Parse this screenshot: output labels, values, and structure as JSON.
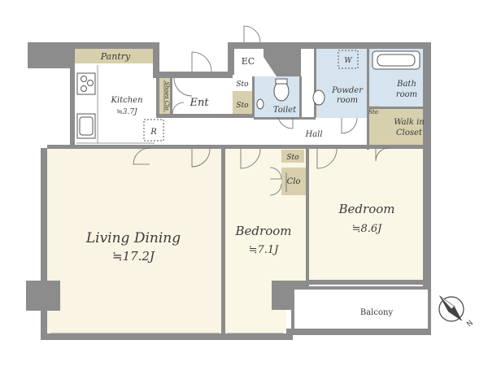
{
  "colors": {
    "wall": "#8c8c8c",
    "living": "#f9f4e3",
    "bedroom": "#faf7e6",
    "storage": "#d8cfad",
    "wet": "#d6e4ef",
    "hall": "#ffffff",
    "balcony": "#ffffff",
    "compass": "#444444"
  },
  "rooms": {
    "pantry": "Pantry",
    "kitchen": "Kitchen",
    "kitchen_area": "≒3.7J",
    "fridge": "R",
    "shoes_closet": "Shoes Clo",
    "entrance": "Ent",
    "sto_ent_top": "Sto",
    "sto_ent": "Sto",
    "ec": "EC",
    "toilet": "Toilet",
    "washer": "W",
    "powder_room_1": "Powder",
    "powder_room_2": "room",
    "bath_room_1": "Bath",
    "bath_room_2": "room",
    "sto_bath": "Sto",
    "walk_in_closet_1": "Walk in",
    "walk_in_closet_2": "Closet",
    "hall": "Hall",
    "sto_hall": "Sto",
    "clo": "Clo",
    "living_dining": "Living Dining",
    "living_dining_area": "≒17.2J",
    "bedroom_1": "Bedroom",
    "bedroom_1_area": "≒7.1J",
    "bedroom_2": "Bedroom",
    "bedroom_2_area": "≒8.6J",
    "balcony": "Balcony"
  },
  "compass": {
    "north_label": "N"
  }
}
